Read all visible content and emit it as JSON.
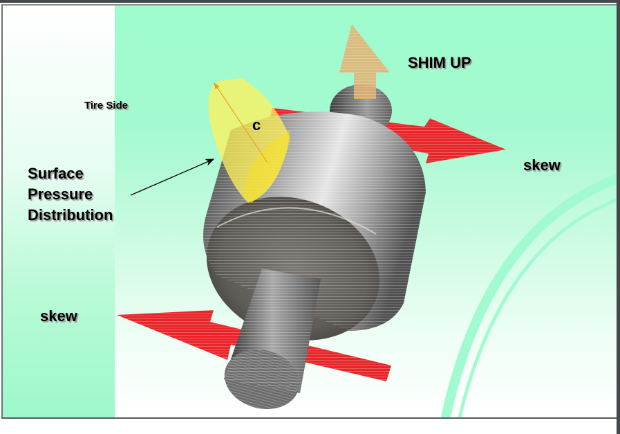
{
  "slide": {
    "labels": {
      "tire_side": "Tire Side",
      "shim_up": "SHIM UP",
      "skew_right": "skew",
      "skew_left": "skew",
      "surface_pressure_lines": [
        "Surface",
        "Pressure",
        "Distribution"
      ],
      "contact_label": "c"
    },
    "colors": {
      "mint": "#9efccd",
      "arrow_red": "#e8262a",
      "shim_arrow": "#e3b070",
      "pressure_yellow": "#fff25a",
      "roller_gray": "#8c8c8c"
    },
    "icons": {
      "shim_arrow": "arrow-up-icon",
      "skew_arrow_right": "arrow-right-icon",
      "skew_arrow_left": "arrow-left-icon",
      "pointer_arrow": "pointer-arrow-icon"
    }
  }
}
